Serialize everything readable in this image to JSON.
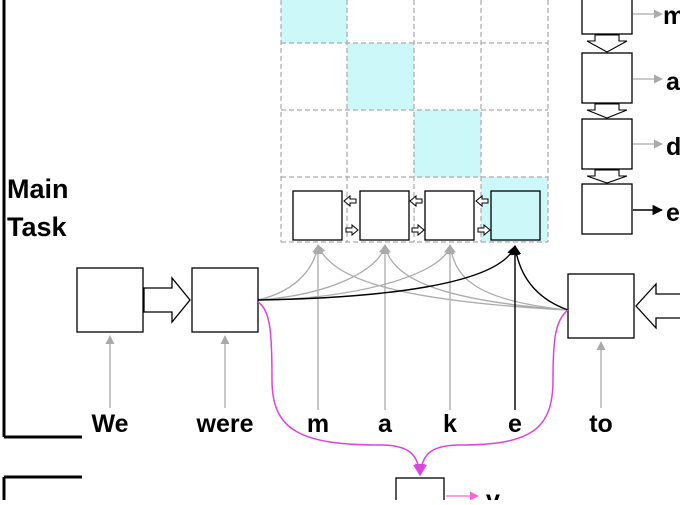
{
  "section_label_line1": "Main",
  "section_label_line2": "Task",
  "input_words": [
    "We",
    "were",
    "m",
    "a",
    "k",
    "e",
    "to"
  ],
  "output_letters": [
    "m",
    "a",
    "d",
    "e"
  ],
  "bottom_partial_label": "v",
  "colors": {
    "highlight_cell": "#ccf8fa",
    "grid_dash": "#aaaaaa",
    "gray_connection": "#aaaaaa",
    "black_connection": "#000000",
    "magenta_connection": "#dd44dd",
    "pink_connection": "#ff66cc"
  }
}
